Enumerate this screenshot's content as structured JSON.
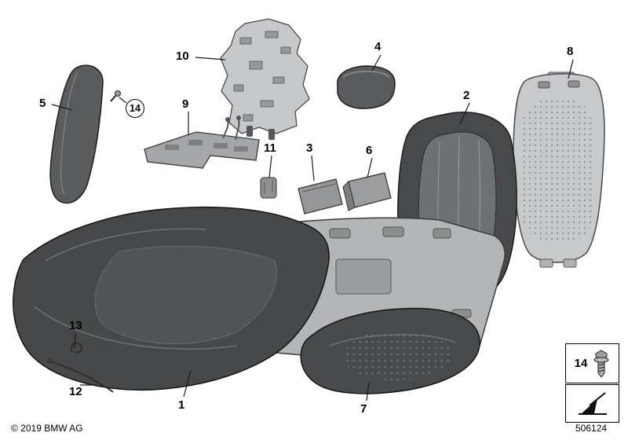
{
  "page": {
    "copyright": "© 2019 BMW AG",
    "doc_number": "506124"
  },
  "callouts": {
    "c1": "1",
    "c2": "2",
    "c3": "3",
    "c4": "4",
    "c5": "5",
    "c6": "6",
    "c7": "7",
    "c8": "8",
    "c9": "9",
    "c10": "10",
    "c11": "11",
    "c12": "12",
    "c13": "13",
    "c14": "14"
  },
  "legend": {
    "screw_label": "14",
    "icons": [
      "screw-icon",
      "fabric-direction-icon"
    ]
  },
  "colors": {
    "part_dark": "#47494b",
    "part_mid": "#9a9c9e",
    "part_light": "#c7c9cb",
    "line": "#1a1a1a"
  }
}
